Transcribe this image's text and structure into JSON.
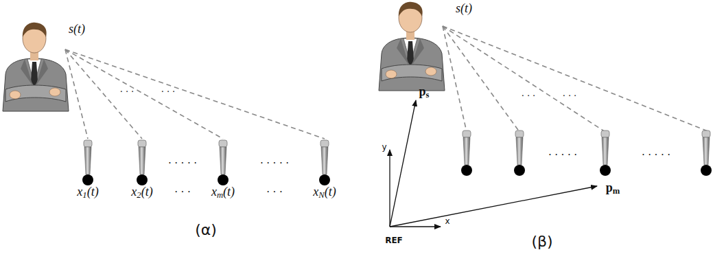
{
  "diagram": {
    "labels": [
      "s(t)",
      "x1(t)",
      "x2(t)",
      "· · ·",
      "xm(t)",
      "· · ·",
      "xN(t)",
      "· · · · ·",
      "· · · · ·",
      "· · ·",
      "· · ·",
      "(α)",
      "s(t)",
      "ps",
      "y",
      "x",
      "REF",
      "pm",
      "· · ·",
      "· · ·",
      "· · · · ·",
      "· · · · ·",
      "(β)"
    ]
  }
}
